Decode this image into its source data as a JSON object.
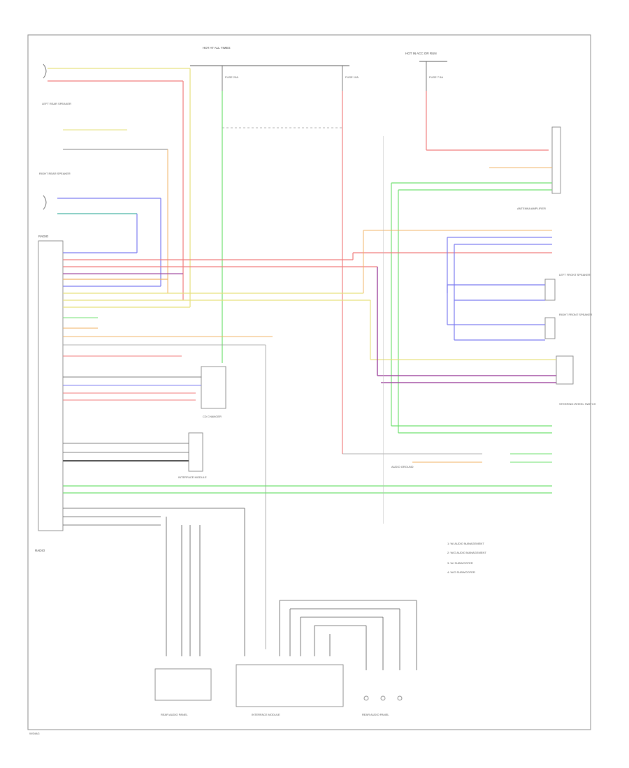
{
  "labels": {
    "hot_at_all_times_left": "HOT AT ALL TIMES",
    "hot_at_all_times_right": "HOT IN ACC OR RUN",
    "fuse_1": "FUSE 20A",
    "fuse_2": "FUSE 10A",
    "fuse_3": "FUSE 7.5A",
    "left_rear_speaker": "LEFT REAR SPEAKER",
    "right_rear_speaker": "RIGHT REAR SPEAKER",
    "radio": "RADIO",
    "audio_ground": "AUDIO GROUND",
    "antenna_amp": "ANTENNA AMPLIFIER",
    "front_speaker_left": "LEFT FRONT SPEAKER",
    "front_speaker_right": "RIGHT FRONT SPEAKER",
    "steering_switch": "STEERING WHEEL SWITCH",
    "cd_changer": "CD CHANGER",
    "rear_audio_panel": "REAR AUDIO PANEL",
    "interface_module": "INTERFACE MODULE",
    "legend_1": "1: W/ AUDIO MANAGEMENT",
    "legend_2": "2: W/O AUDIO MANAGEMENT",
    "legend_3": "3: W/ SUBWOOFER",
    "legend_4": "4: W/O SUBWOOFER",
    "footer": "W/DIAG"
  },
  "wire_colors": {
    "yellow": "#e6e07a",
    "red": "#f07a7a",
    "green": "#6ee06e",
    "blue": "#7a7af0",
    "purple": "#a04aa0",
    "orange": "#f0b060",
    "teal": "#40b0a0",
    "grey": "#a0a0a0",
    "black": "#333333"
  }
}
